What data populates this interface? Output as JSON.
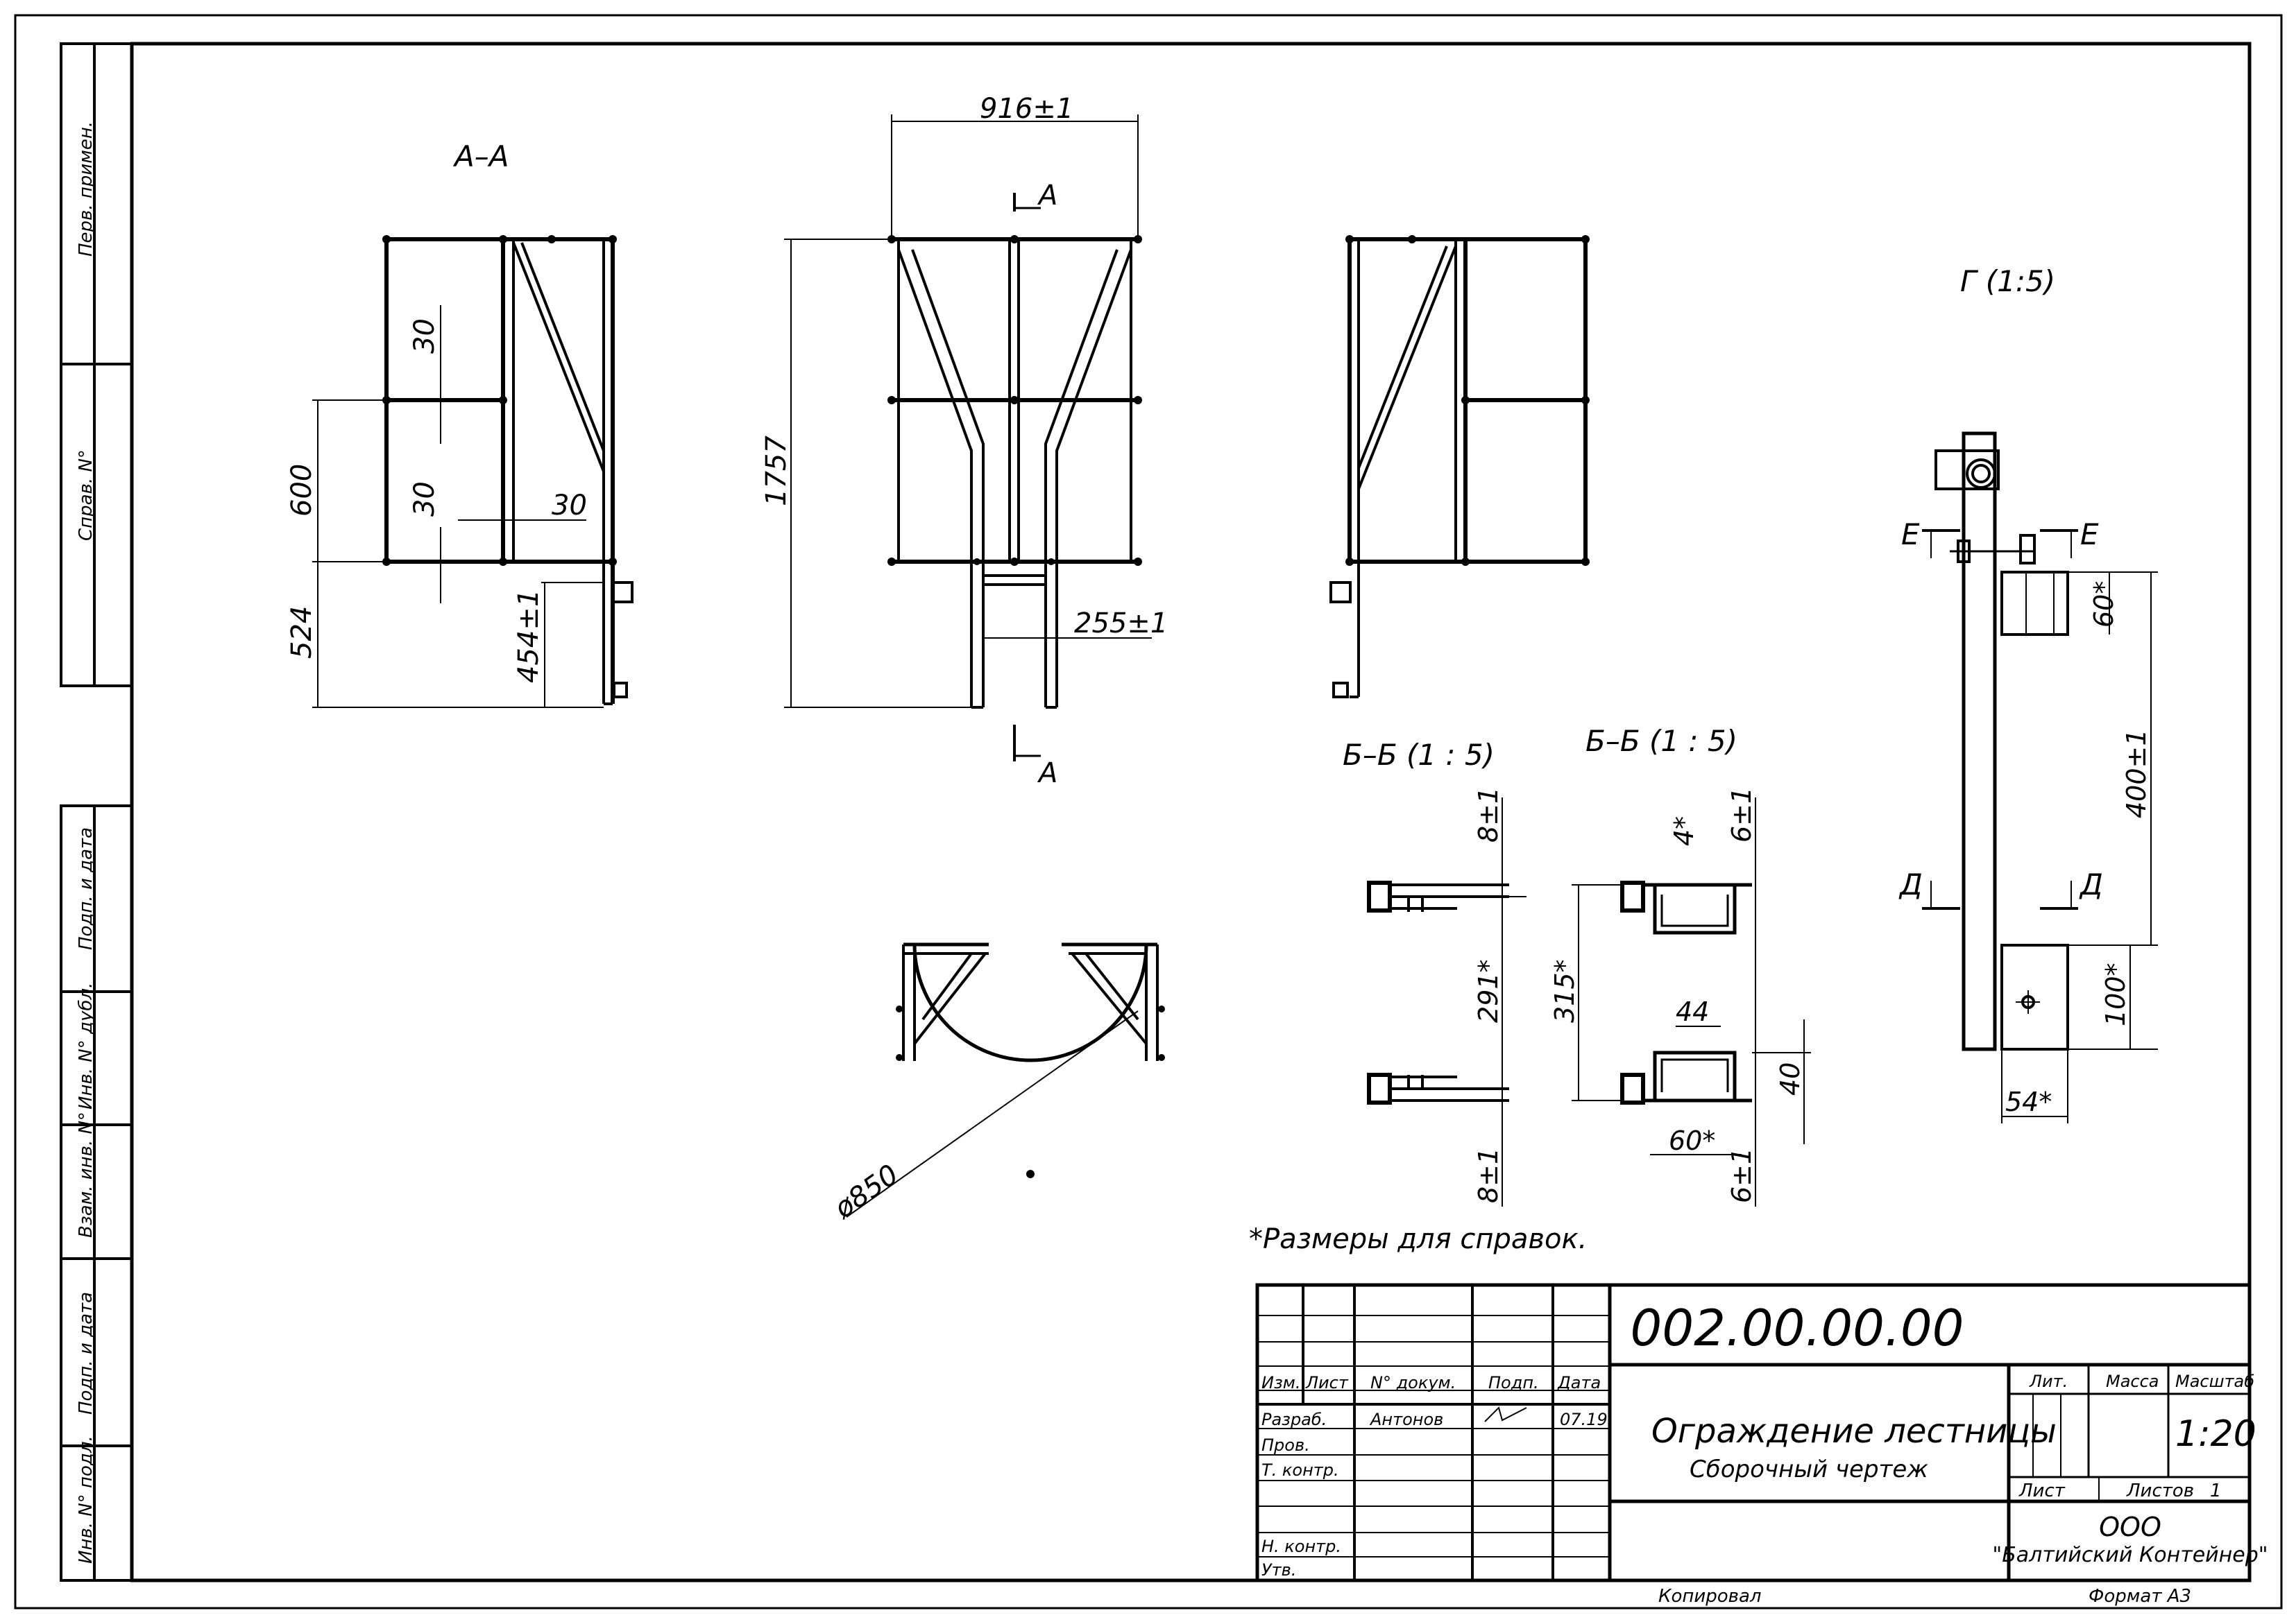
{
  "side_stamps": [
    {
      "label": "Перв. примен."
    },
    {
      "label": "Справ. N°"
    },
    {
      "label": "Подп. и дата"
    },
    {
      "label": "Инв. N° дубл."
    },
    {
      "label": "Взам. инв. N°"
    },
    {
      "label": "Подп. и дата"
    },
    {
      "label": "Инв. N° подл."
    }
  ],
  "views": {
    "section_aa": "А–А",
    "detail_g": "Г (1:5)",
    "section_bb_1": "Б–Б (1 : 5)",
    "section_bb_2": "Б–Б (1 : 5)",
    "cut_mark_top": "А",
    "cut_mark_bottom": "А",
    "e_left": "Е",
    "e_right": "Е",
    "d_left": "Д",
    "d_right": "Д"
  },
  "dimensions": {
    "w916": "916±1",
    "h1757": "1757",
    "w255": "255±1",
    "d30a": "30",
    "d30b": "30",
    "d30c": "30",
    "h600": "600",
    "h524": "524",
    "h454": "454±1",
    "dia850": "ø850",
    "bb1_8top": "8±1",
    "bb1_291": "291*",
    "bb1_8bot": "8±1",
    "bb2_4": "4*",
    "bb2_6top": "6±1",
    "bb2_315": "315*",
    "bb2_44": "44",
    "bb2_40": "40",
    "bb2_60": "60*",
    "bb2_6bot": "6±1",
    "g_60": "60*",
    "g_400": "400±1",
    "g_100": "100*",
    "g_54": "54*"
  },
  "note": "*Размеры для справок.",
  "title_block": {
    "doc_number": "002.00.00.00",
    "title": "Ограждение лестницы",
    "subtitle": "Сборочный чертеж",
    "headers": {
      "izm": "Изм.",
      "list": "Лист",
      "ndoc": "N° докум.",
      "podp": "Подп.",
      "data": "Дата"
    },
    "rows": [
      {
        "role": "Разраб.",
        "name": "Антонов",
        "date": "07.19"
      },
      {
        "role": "Пров.",
        "name": "",
        "date": ""
      },
      {
        "role": "Т. контр.",
        "name": "",
        "date": ""
      },
      {
        "role": "",
        "name": "",
        "date": ""
      },
      {
        "role": "Н. контр.",
        "name": "",
        "date": ""
      },
      {
        "role": "Утв.",
        "name": "",
        "date": ""
      }
    ],
    "lit_label": "Лит.",
    "mass_label": "Масса",
    "scale_label": "Масштаб",
    "scale": "1:20",
    "sheet_label": "Лист",
    "sheets_label": "Листов",
    "sheets": "1",
    "org_line1": "ООО",
    "org_line2": "\"Балтийский Контейнер\"",
    "copied": "Копировал",
    "format": "Формат А3"
  }
}
